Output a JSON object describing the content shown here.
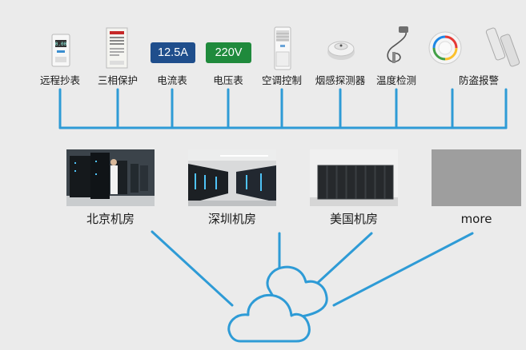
{
  "devices": [
    {
      "label": "远程抄表",
      "icon": "din-rail-meter-icon"
    },
    {
      "label": "三相保护",
      "icon": "three-phase-protector-icon"
    },
    {
      "label": "电流表",
      "icon": "ammeter-display-icon",
      "display": "12.5A",
      "color": "#1f4e8c"
    },
    {
      "label": "电压表",
      "icon": "voltmeter-display-icon",
      "display": "220V",
      "color": "#1f8a3c"
    },
    {
      "label": "空调控制",
      "icon": "air-conditioner-icon"
    },
    {
      "label": "烟感探测器",
      "icon": "smoke-detector-icon"
    },
    {
      "label": "温度检测",
      "icon": "temperature-probe-icon"
    },
    {
      "label": "",
      "icon": "alarm-sensor-icon"
    },
    {
      "label": "防盗报警",
      "icon": "door-magnetic-sensor-icon"
    }
  ],
  "rooms": [
    {
      "label": "北京机房",
      "icon": "server-room-photo"
    },
    {
      "label": "深圳机房",
      "icon": "server-room-photo"
    },
    {
      "label": "美国机房",
      "icon": "server-rack-photo"
    },
    {
      "label": "more",
      "icon": "placeholder-photo"
    }
  ],
  "cloud": {
    "icon": "cloud-icon"
  },
  "colors": {
    "accent": "#2e9bd6",
    "background": "#ebebeb"
  }
}
